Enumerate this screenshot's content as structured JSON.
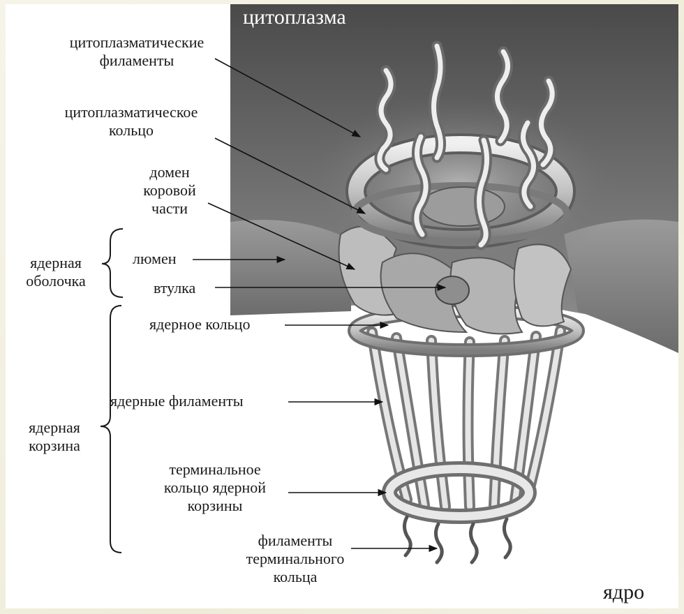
{
  "labels": {
    "cytoplasm": "цитоплазма",
    "cyto_filaments_1": "цитоплазматические",
    "cyto_filaments_2": "филаменты",
    "cyto_ring_1": "цитоплазматическое",
    "cyto_ring_2": "кольцо",
    "core_domain_1": "домен",
    "core_domain_2": "коровой",
    "core_domain_3": "части",
    "lumen": "люмен",
    "nuclear_envelope_1": "ядерная",
    "nuclear_envelope_2": "оболочка",
    "hub": "втулка",
    "nuclear_ring": "ядерное кольцо",
    "nuclear_filaments": "ядерные филаменты",
    "nuclear_basket_1": "ядерная",
    "nuclear_basket_2": "корзина",
    "terminal_ring_1": "терминальное",
    "terminal_ring_2": "кольцо ядерной",
    "terminal_ring_3": "корзины",
    "terminal_filaments_1": "филаменты",
    "terminal_filaments_2": "терминального",
    "terminal_filaments_3": "кольца",
    "nucleus": "ядро"
  }
}
